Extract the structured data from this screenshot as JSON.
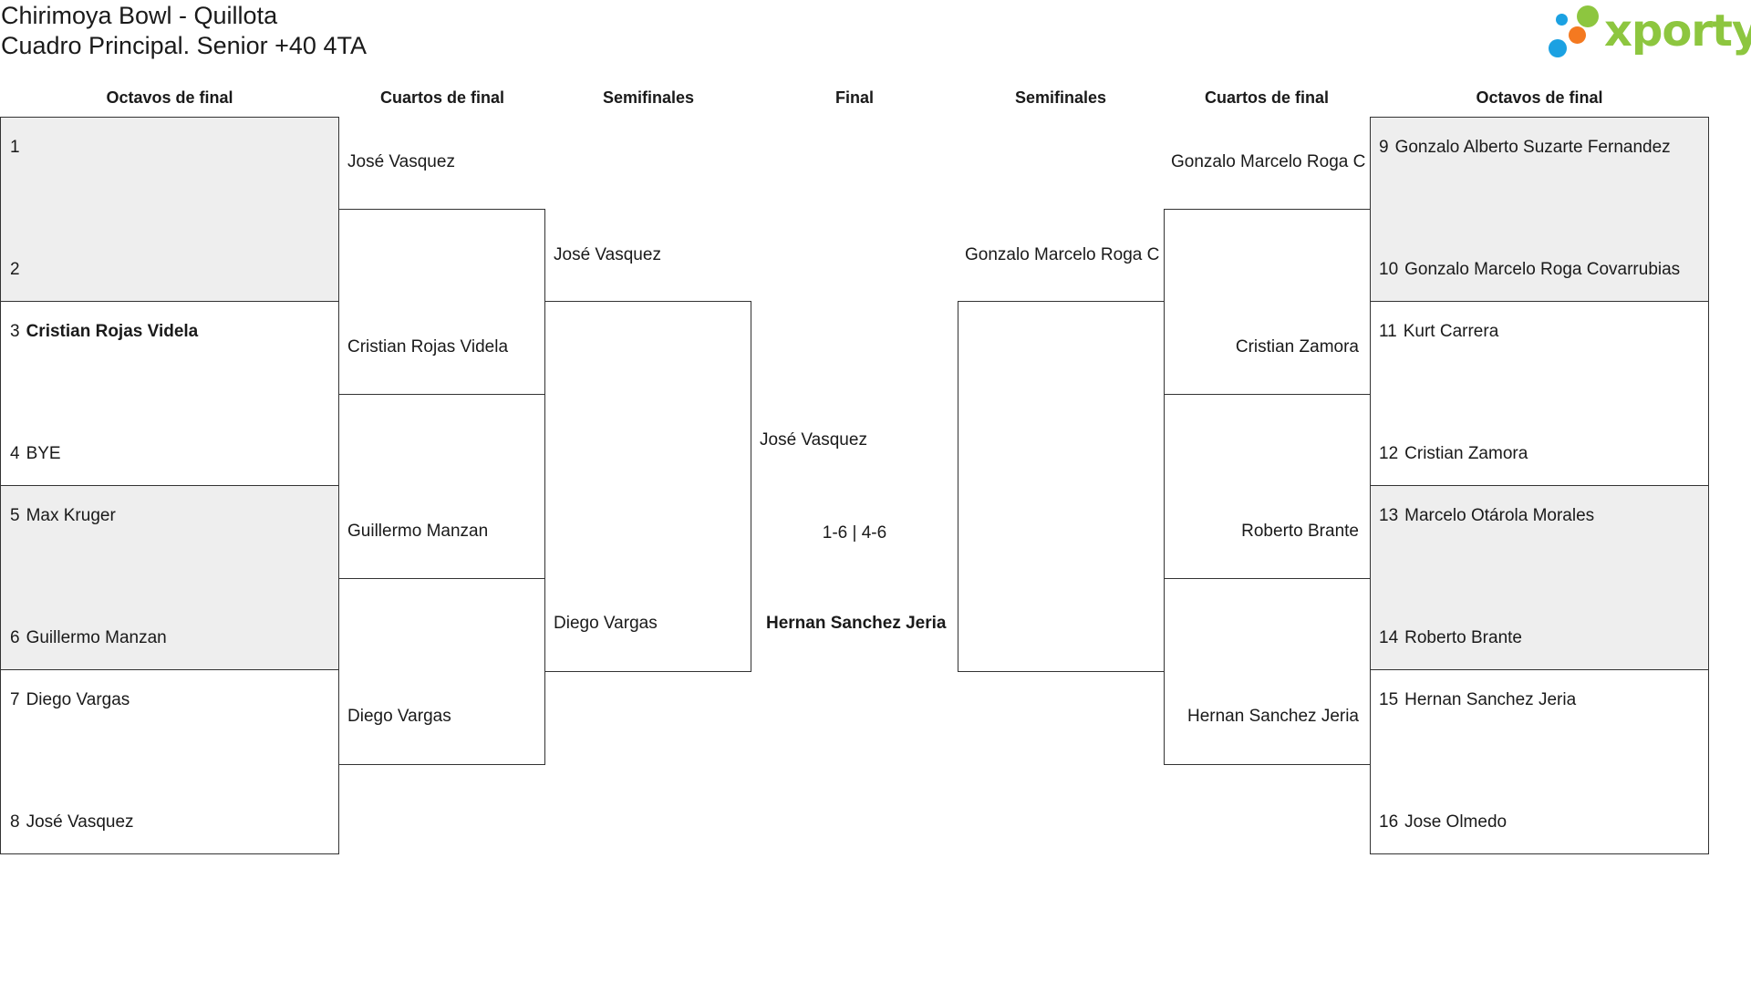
{
  "header": {
    "title": "Chirimoya Bowl - Quillota",
    "subtitle": "Cuadro Principal. Senior +40 4TA"
  },
  "logo": {
    "text": "xporty",
    "colors": {
      "green": "#8dc63f",
      "blue": "#1ba1e2",
      "orange": "#f47920"
    }
  },
  "columns": [
    "Octavos de final",
    "Cuartos de final",
    "Semifinales",
    "Final",
    "Semifinales",
    "Cuartos de final",
    "Octavos de final"
  ],
  "left": {
    "round16": [
      {
        "seed": "1",
        "name": ""
      },
      {
        "seed": "2",
        "name": ""
      },
      {
        "seed": "3",
        "name": "Cristian Rojas Videla"
      },
      {
        "seed": "4",
        "name": "BYE"
      },
      {
        "seed": "5",
        "name": "Max Kruger"
      },
      {
        "seed": "6",
        "name": "Guillermo Manzan"
      },
      {
        "seed": "7",
        "name": "Diego Vargas"
      },
      {
        "seed": "8",
        "name": "José Vasquez"
      }
    ],
    "quarterfinals": [
      "José Vasquez",
      "Cristian Rojas Videla",
      "Guillermo Manzan",
      "Diego Vargas"
    ],
    "semifinals": [
      "José Vasquez",
      "Diego Vargas"
    ]
  },
  "right": {
    "round16": [
      {
        "seed": "9",
        "name": "Gonzalo Alberto Suzarte Fernandez"
      },
      {
        "seed": "10",
        "name": "Gonzalo Marcelo Roga Covarrubias"
      },
      {
        "seed": "11",
        "name": "Kurt Carrera"
      },
      {
        "seed": "12",
        "name": "Cristian Zamora"
      },
      {
        "seed": "13",
        "name": "Marcelo Otárola Morales"
      },
      {
        "seed": "14",
        "name": "Roberto Brante"
      },
      {
        "seed": "15",
        "name": "Hernan Sanchez Jeria"
      },
      {
        "seed": "16",
        "name": "Jose Olmedo"
      }
    ],
    "quarterfinals": [
      "Gonzalo Marcelo Roga C",
      "Cristian Zamora",
      "Roberto Brante",
      "Hernan Sanchez Jeria"
    ],
    "semifinals": [
      "Gonzalo Marcelo Roga C",
      ""
    ]
  },
  "final": {
    "player1": "José Vasquez",
    "score": "1-6 | 4-6",
    "player2": "Hernan Sanchez Jeria"
  },
  "winners": [
    "Cristian Rojas Videla",
    "Hernan Sanchez Jeria"
  ]
}
